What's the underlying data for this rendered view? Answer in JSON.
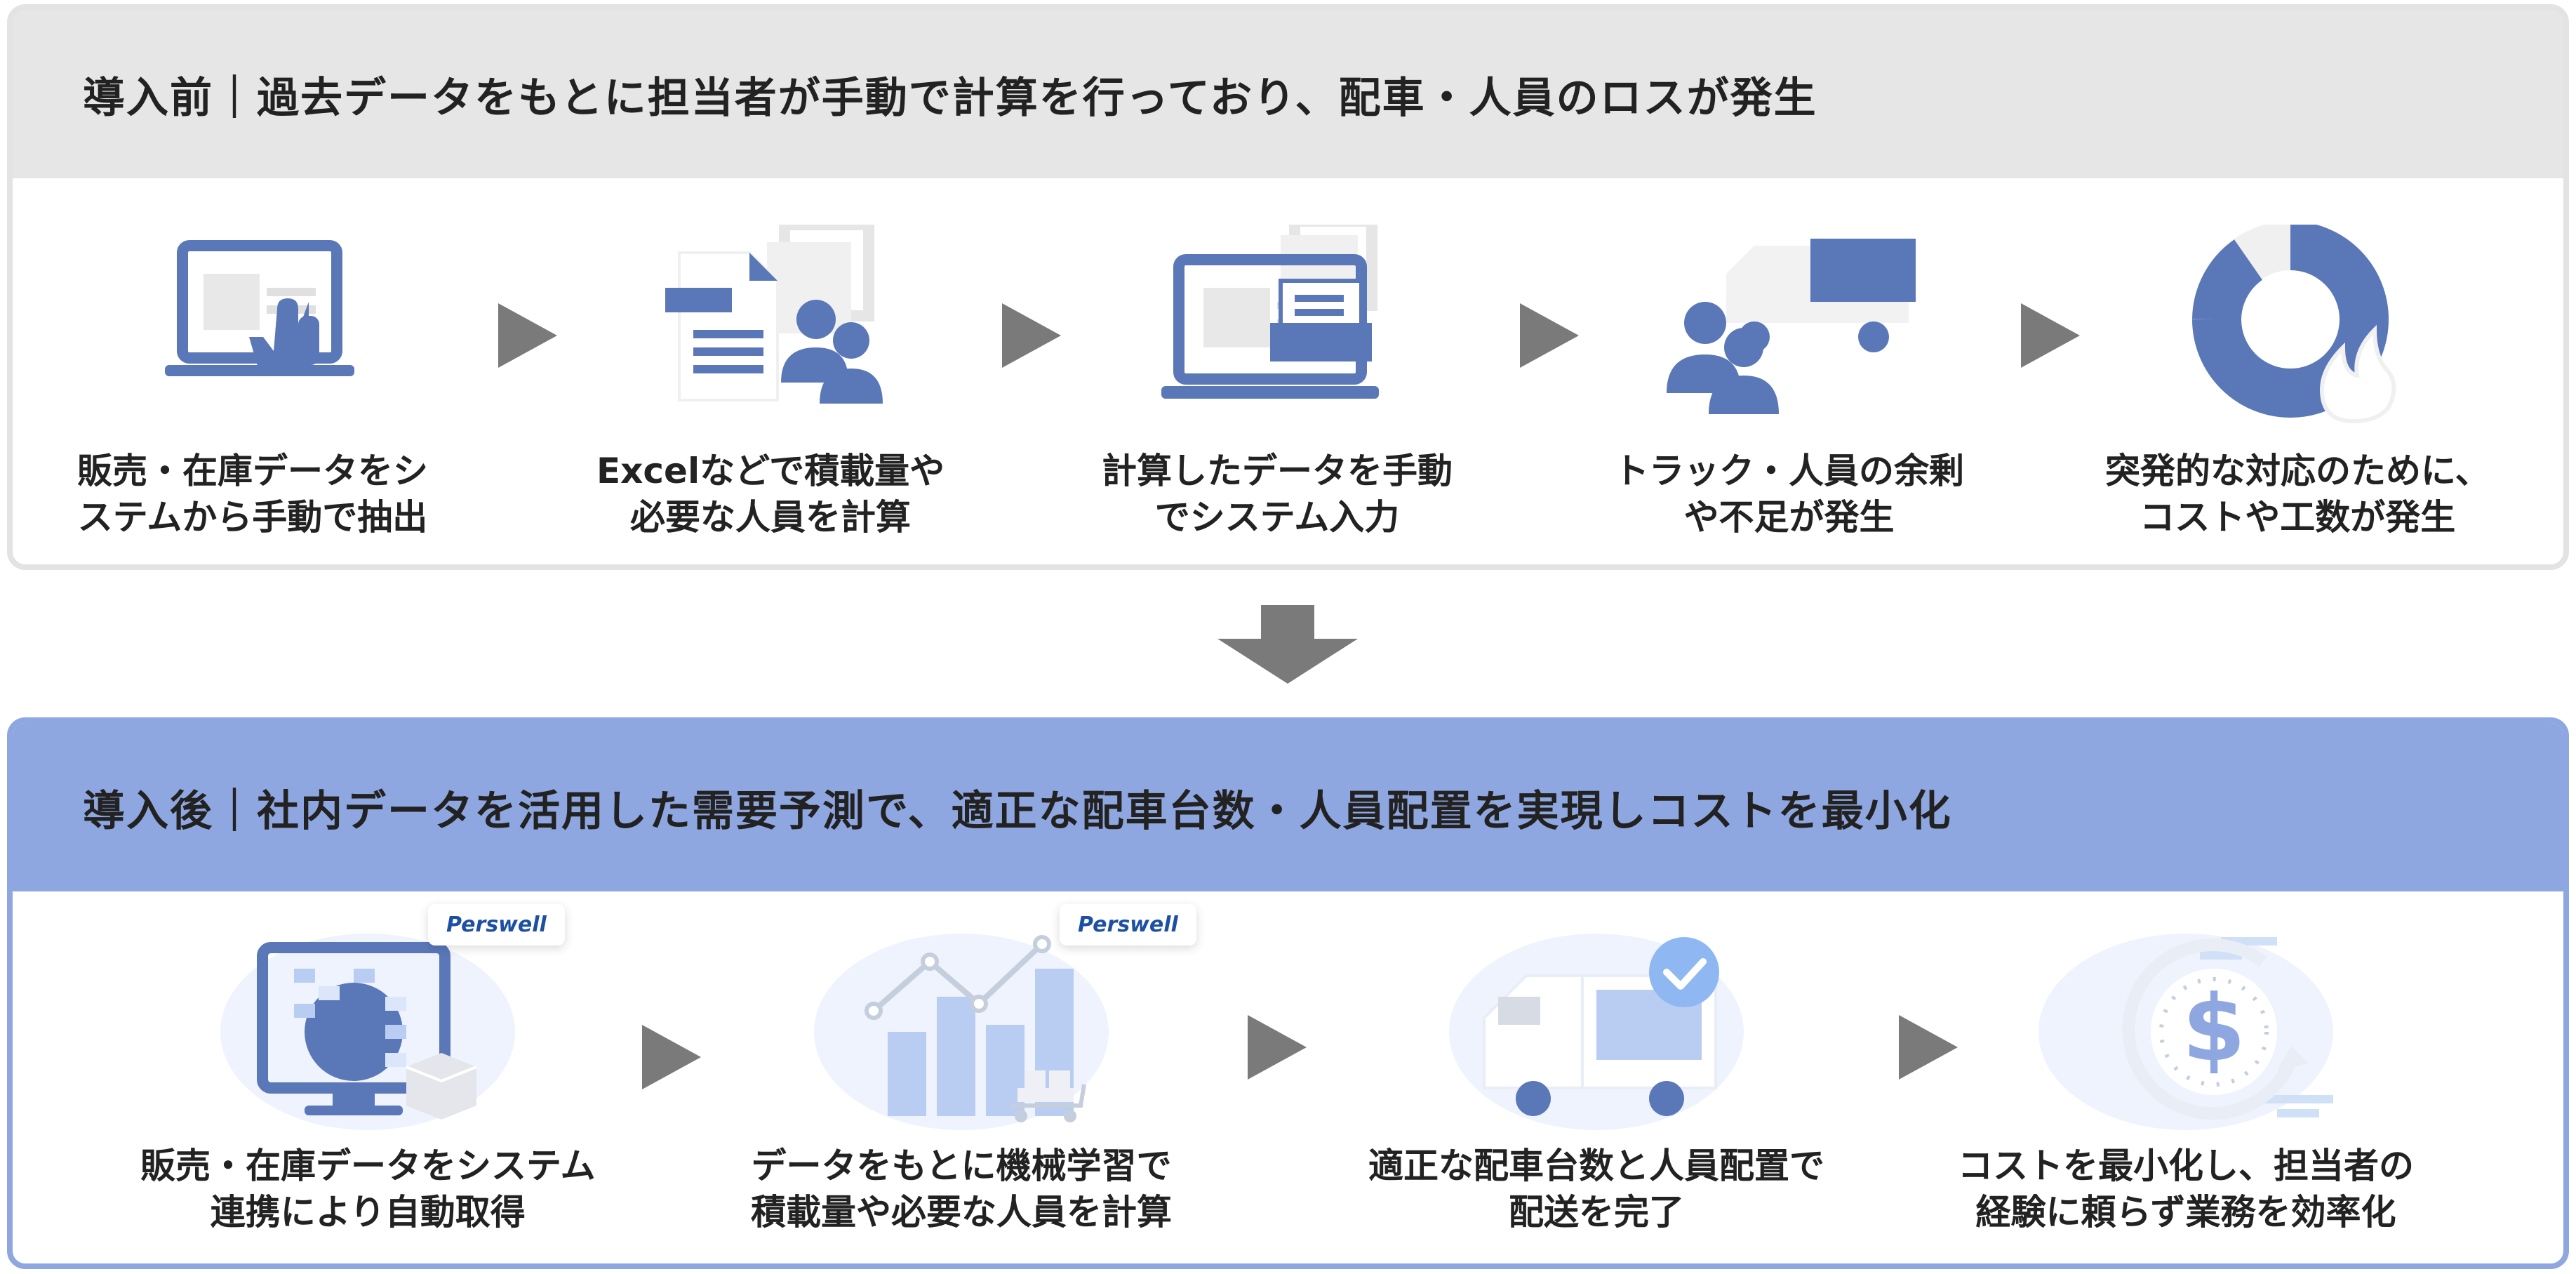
{
  "before": {
    "title": "導入前｜過去データをもとに担当者が手動で計算を行っており、配車・人員のロスが発生",
    "steps": [
      {
        "label": "販売・在庫データをシ\nステムから手動で抽出",
        "icon": "laptop-hand-icon"
      },
      {
        "label": "Excelなどで積載量や\n必要な人員を計算",
        "icon": "document-people-icon"
      },
      {
        "label": "計算したデータを手動\nでシステム入力",
        "icon": "laptop-document-icon"
      },
      {
        "label": "トラック・人員の余剰\nや不足が発生",
        "icon": "truck-people-icon"
      },
      {
        "label": "突発的な対応のために、\nコストや工数が発生",
        "icon": "donut-fire-icon"
      }
    ]
  },
  "after": {
    "title": "導入後｜社内データを活用した需要予測で、適正な配車台数・人員配置を実現しコストを最小化",
    "badge": "Perswell",
    "steps": [
      {
        "label": "販売・在庫データをシステム\n連携により自動取得",
        "icon": "monitor-data-icon"
      },
      {
        "label": "データをもとに機械学習で\n積載量や必要な人員を計算",
        "icon": "chart-cart-icon"
      },
      {
        "label": "適正な配車台数と人員配置で\n配送を完了",
        "icon": "truck-check-icon"
      },
      {
        "label": "コストを最小化し、担当者の\n経験に頼らず業務を効率化",
        "icon": "dollar-cycle-icon"
      }
    ]
  },
  "colors": {
    "primary": "#5a78b8",
    "light": "#8fa7e0",
    "arrow": "#7a7a7a"
  }
}
